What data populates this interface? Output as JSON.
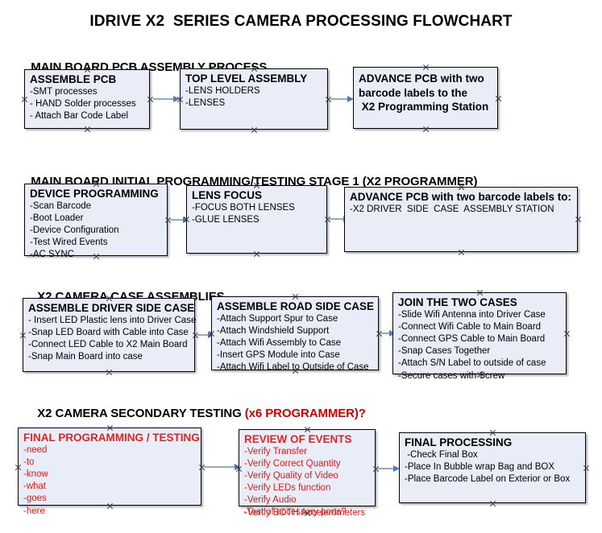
{
  "document": {
    "title": "IDRIVE X2  SERIES CAMERA PROCESSING FLOWCHART"
  },
  "sections": [
    {
      "id": "main-board-pcb-assembly",
      "heading": "MAIN BOARD PCB ASSEMBLY PROCESS",
      "heading_accent": "",
      "boxes": [
        {
          "id": "assemble-pcb",
          "title": "ASSEMBLE PCB",
          "lines": [
            "-SMT processes",
            "- HAND Solder processes",
            "- Attach Bar Code Label"
          ]
        },
        {
          "id": "top-level-assembly",
          "title": "TOP LEVEL ASSEMBLY",
          "lines": [
            "-LENS HOLDERS",
            "-LENSES"
          ]
        },
        {
          "id": "advance-pcb-programming-station",
          "title_lines": [
            "ADVANCE PCB with two",
            "barcode labels to the",
            " X2 Programming Station"
          ],
          "lines": []
        }
      ]
    },
    {
      "id": "main-board-initial-programming",
      "heading": "MAIN BOARD INITIAL PROGRAMMING/TESTING STAGE 1 (X2 PROGRAMMER)",
      "heading_accent": "",
      "boxes": [
        {
          "id": "device-programming",
          "title": "DEVICE PROGRAMMING",
          "lines": [
            "-Scan Barcode",
            "-Boot Loader",
            "-Device Configuration",
            "-Test Wired Events",
            "-AC SYNC"
          ]
        },
        {
          "id": "lens-focus",
          "title": "LENS FOCUS",
          "lines": [
            "-FOCUS BOTH LENSES",
            "-GLUE LENSES"
          ]
        },
        {
          "id": "advance-pcb-driver-side-station",
          "title": "ADVANCE PCB with two barcode labels to:",
          "lines": [
            "-X2 DRIVER  SIDE  CASE  ASSEMBLY STATION"
          ]
        }
      ]
    },
    {
      "id": "x2-camera-case-assemblies",
      "heading": "X2 CAMERA CASE ASSEMBLIES",
      "heading_accent": "",
      "boxes": [
        {
          "id": "assemble-driver-side-case",
          "title": "ASSEMBLE DRIVER SIDE CASE",
          "lines": [
            "- Insert LED Plastic lens into Driver Case",
            "-Snap LED Board with Cable into Case",
            "-Connect LED Cable to X2 Main Board",
            "-Snap Main Board into case"
          ]
        },
        {
          "id": "assemble-road-side-case",
          "title": "ASSEMBLE ROAD SIDE CASE",
          "lines": [
            "-Attach Support Spur to Case",
            "-Attach Windshield Support",
            "-Attach Wifi Assembly to Case",
            "-Insert GPS Module into Case",
            "-Attach Wifi Label to Outside of Case"
          ]
        },
        {
          "id": "join-the-two-cases",
          "title": "JOIN THE TWO CASES",
          "lines": [
            "-Slide Wifi Antenna into Driver Case",
            "-Connect Wifi Cable to Main Board",
            "-Connect GPS Cable to Main Board",
            "-Snap Cases Together",
            "-Attach S/N Label to outside of case",
            "-Secure cases with Screw"
          ]
        }
      ]
    },
    {
      "id": "x2-camera-secondary-testing",
      "heading": "X2 CAMERA SECONDARY TESTING ",
      "heading_accent": "(x6 PROGRAMMER)?",
      "boxes": [
        {
          "id": "final-programming-testing",
          "title": "FINAL PROGRAMMING / TESTING",
          "lines": [
            "-need",
            "-to",
            "-know",
            "-what",
            "-goes",
            "-here"
          ]
        },
        {
          "id": "review-of-events",
          "title": "REVIEW OF EVENTS",
          "lines": [
            "-Verify Transfer",
            "-Verify Correct Quantity",
            "-Verify Quality of Video",
            "-Verify LEDs function",
            "-Verify Audio",
            "-Verify BOTH Accelerometers"
          ],
          "overflow_line": "-Test of accessory ports?"
        },
        {
          "id": "final-processing",
          "title": "FINAL PROCESSING",
          "lines": [
            " -Check Final Box",
            "-Place In Bubble wrap Bag and BOX",
            "-Place Barcode Label on Exterior or Box"
          ]
        }
      ]
    }
  ],
  "colors": {
    "box_fill": "#e8edf7",
    "box_border": "#000000",
    "accent_red": "#cc0000",
    "connector": "#93a9c4",
    "arrow_head": "#4a7ebb",
    "text": "#000000"
  }
}
